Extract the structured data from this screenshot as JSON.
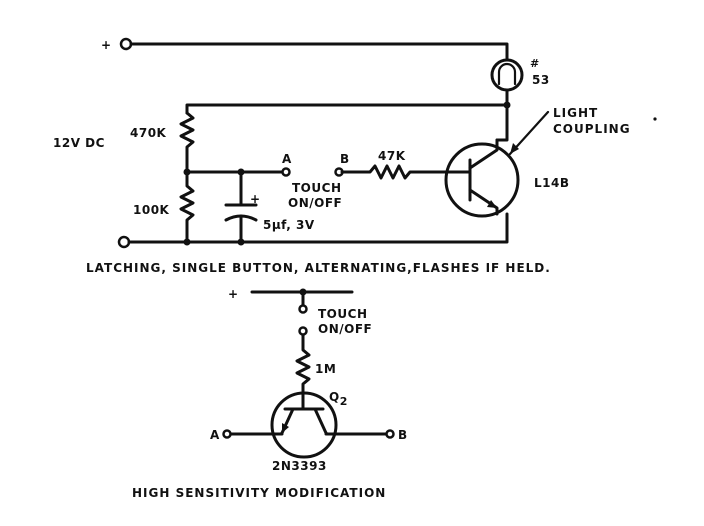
{
  "upper_circuit": {
    "plus_terminal": "+",
    "supply_label": "12V DC",
    "r_top_label": "470K",
    "r_bottom_label": "100K",
    "capacitor_label": "5µf, 3V",
    "capacitor_polarity": "+",
    "touch_a": "A",
    "touch_b": "B",
    "touch_label_1": "TOUCH",
    "touch_label_2": "ON/OFF",
    "series_resistor_label": "47K",
    "lamp_label_1": "#",
    "lamp_label_2": "53",
    "coupling_label_1": "LIGHT",
    "coupling_label_2": "COUPLING",
    "transistor_label": "L14B",
    "caption": "LATCHING, SINGLE BUTTON, ALTERNATING,FLASHES IF HELD."
  },
  "lower_circuit": {
    "plus_terminal": "+",
    "touch_label_1": "TOUCH",
    "touch_label_2": "ON/OFF",
    "resistor_label": "1M",
    "transistor_ref": "Q",
    "transistor_ref_sub": "2",
    "terminal_a": "A",
    "terminal_b": "B",
    "transistor_type": "2N3393",
    "caption": "HIGH SENSITIVITY MODIFICATION"
  }
}
